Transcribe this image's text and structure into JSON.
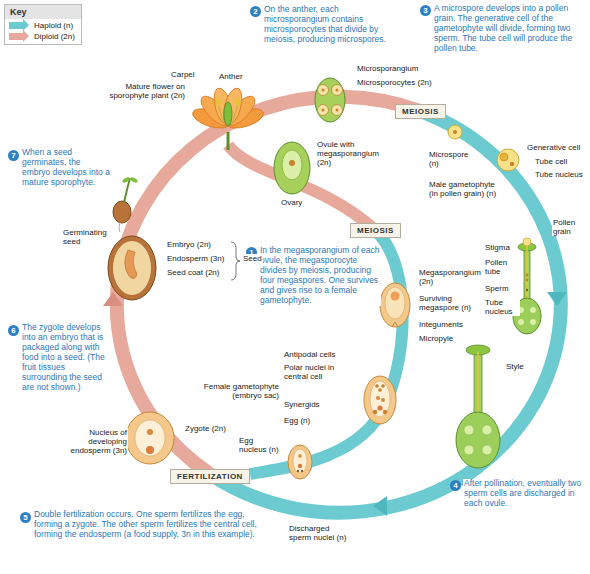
{
  "diagram": {
    "nodes": [
      {
        "text": [
          "Key"
        ]
      },
      {
        "text": [
          "MEIOSIS"
        ]
      },
      {
        "text": [
          "MEIOSIS"
        ]
      },
      {
        "text": [
          "FERTILIZATION"
        ]
      }
    ],
    "labels": [
      "Mature flower on sporophyte plant (2n)",
      "Carpel",
      "Anther",
      "2",
      "On the anther, each microsporangium contains microsporocytes that divide by meiosis, producing microspores.",
      "Microsporangium",
      "Microsporocytes (2n)",
      "3",
      "A microspore develops into a pollen grain. The generative cell of the gametophyte will divide, forming two sperm. The tube cell will produce the pollen tube.",
      "Generative cell",
      "Tube cell",
      "Tube nucleus",
      "Microspore (n)",
      "Male gametophyte (in pollen grain) (n)",
      "Pollen grain",
      "Stigma",
      "Pollen tube",
      "Sperm",
      "Tube nucleus",
      "Style",
      "4",
      "After pollination, eventually two sperm cells are discharged in each ovule.",
      "Ovule with megasporangium (2n)",
      "Ovary",
      "1",
      "In the megasporangium of each ovule, the megasporocyte divides by meiosis, producing four megaspores. One survives and gives rise to a female gametophyte.",
      "Megasporangium (2n)",
      "Surviving megaspore (n)",
      "Integuments",
      "Micropyle",
      "Antipodal cells",
      "Polar nuclei in central cell",
      "Female gametophyte (embryo sac)",
      "Synergids",
      "Egg (n)",
      "Egg nucleus (n)",
      "Discharged sperm nuclei (n)",
      "Nucleus of developing endosperm (3n)",
      "Zygote (2n)",
      "5",
      "Double fertilization occurs. One sperm fertilizes the egg, forming a zygote. The other sperm fertilizes the central cell, forming the endosperm (a food supply, 3n in this example).",
      "6",
      "The zygote develops into an embryo that is packaged along with food into a seed. (The fruit tissues surrounding the seed are not shown.)",
      "Embryo (2n)",
      "Endosperm (3n)",
      "Seed coat (2n)",
      "Seed",
      "Germinating seed",
      "7",
      "When a seed germinates, the embryo develops into a mature sporophyte."
    ],
    "legend": [
      {
        "text": "Haploid (n)",
        "color": "#6ccbd0"
      },
      {
        "text": "Diploid (2n)",
        "color": "#e7a99b"
      }
    ]
  }
}
